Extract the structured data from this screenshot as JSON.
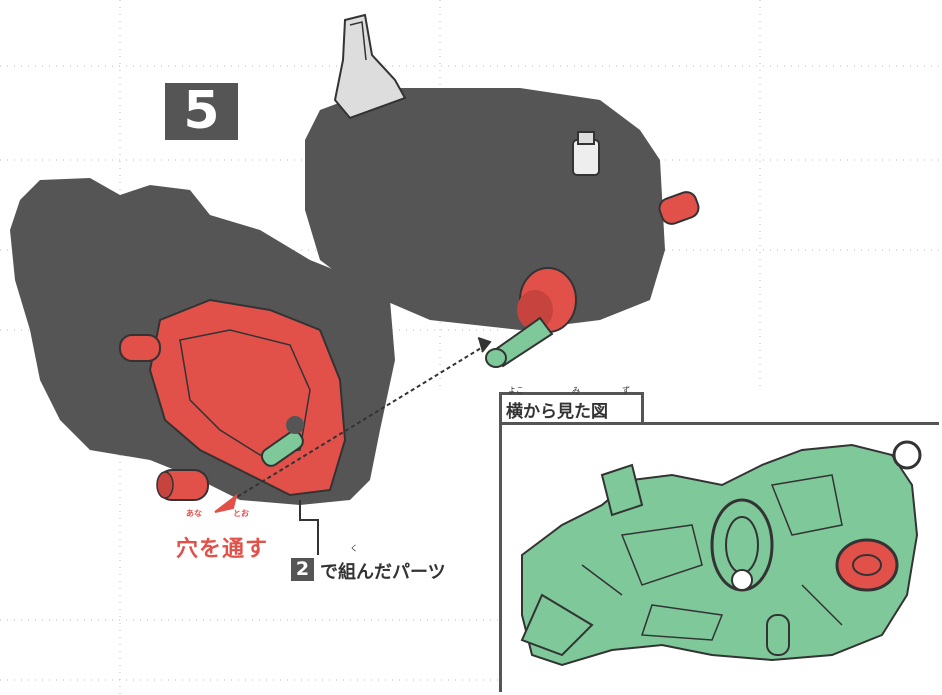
{
  "step": {
    "number": "5"
  },
  "instruction": {
    "ruby_ana": "あな",
    "ruby_too": "とお",
    "text": "穴を通す"
  },
  "parts_ref": {
    "badge": "2",
    "ruby_ku": "く",
    "text": "で組んだパーツ"
  },
  "side_view": {
    "title": "横から見た図",
    "ruby_yoko": "よこ",
    "ruby_mi": "み",
    "ruby_zu": "ず"
  },
  "colors": {
    "gray": "#555555",
    "red": "#e2504a",
    "green": "#7ec89a",
    "outline": "#333333"
  }
}
